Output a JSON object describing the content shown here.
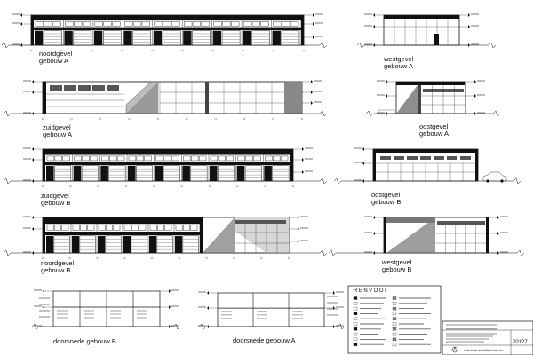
{
  "sheet": {
    "drawings": [
      {
        "id": "noordgevel-a",
        "label_line1": "noordgevel",
        "label_line2": "gebouw A"
      },
      {
        "id": "westgevel-a",
        "label_line1": "westgevel",
        "label_line2": "gebouw A"
      },
      {
        "id": "zuidgevel-a",
        "label_line1": "zuidgevel",
        "label_line2": "gebouw A"
      },
      {
        "id": "oostgevel-a",
        "label_line1": "oostgevel",
        "label_line2": "gebouw A"
      },
      {
        "id": "zuidgevel-b",
        "label_line1": "zuidgevel",
        "label_line2": "gebouw B"
      },
      {
        "id": "oostgevel-b",
        "label_line1": "oostgevel",
        "label_line2": "gebouw B"
      },
      {
        "id": "noordgevel-b",
        "label_line1": "noordgevel",
        "label_line2": "gebouw B"
      },
      {
        "id": "westgevel-b",
        "label_line1": "westgevel",
        "label_line2": "gebouw B"
      },
      {
        "id": "doorsnede-b",
        "label_line1": "doorsnede gebouw B",
        "label_line2": ""
      },
      {
        "id": "doorsnede-a",
        "label_line1": "doorsnede gebouw A",
        "label_line2": ""
      }
    ],
    "legend_title": "RENVOOI",
    "project_number": "20127",
    "firm_name": "alakante architect bna bv"
  }
}
